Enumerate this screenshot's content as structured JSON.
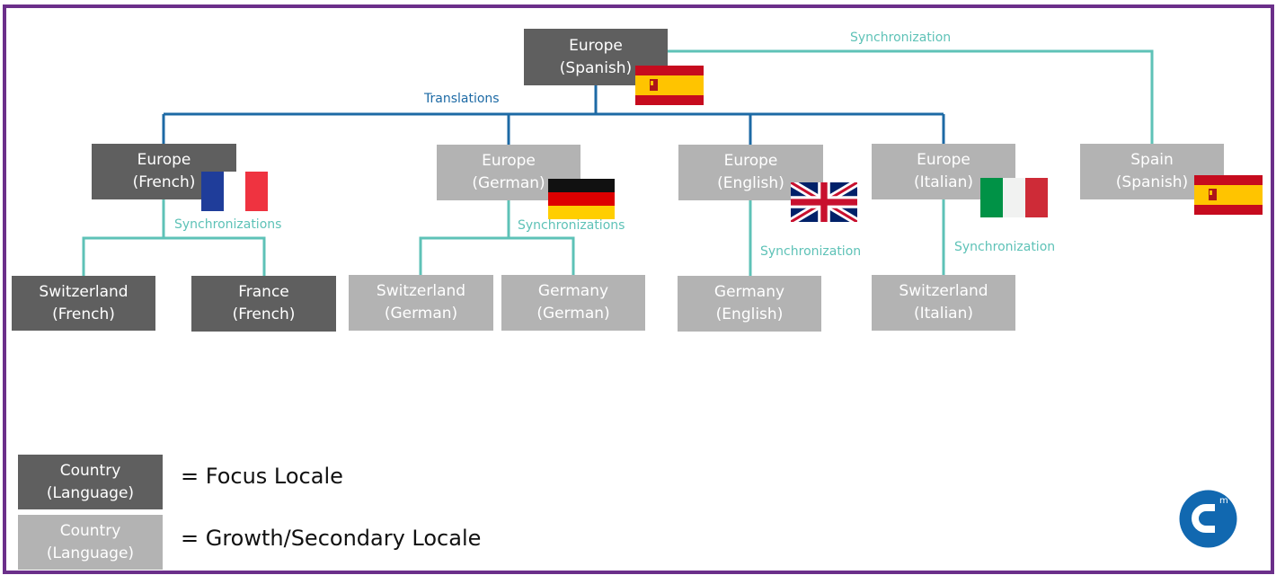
{
  "nodes": {
    "europe_spanish": {
      "line1": "Europe",
      "line2": "(Spanish)"
    },
    "europe_french": {
      "line1": "Europe",
      "line2": "(French)"
    },
    "europe_german": {
      "line1": "Europe",
      "line2": "(German)"
    },
    "europe_english": {
      "line1": "Europe",
      "line2": "(English)"
    },
    "europe_italian": {
      "line1": "Europe",
      "line2": "(Italian)"
    },
    "spain_spanish": {
      "line1": "Spain",
      "line2": "(Spanish)"
    },
    "switzerland_french": {
      "line1": "Switzerland",
      "line2": "(French)"
    },
    "france_french": {
      "line1": "France",
      "line2": "(French)"
    },
    "switzerland_german": {
      "line1": "Switzerland",
      "line2": "(German)"
    },
    "germany_german": {
      "line1": "Germany",
      "line2": "(German)"
    },
    "germany_english": {
      "line1": "Germany",
      "line2": "(English)"
    },
    "switzerland_italian": {
      "line1": "Switzerland",
      "line2": "(Italian)"
    }
  },
  "edge_labels": {
    "translations": "Translations",
    "sync_spain": "Synchronization",
    "sync_french": "Synchronizations",
    "sync_german": "Synchronizations",
    "sync_english": "Synchronization",
    "sync_italian": "Synchronization"
  },
  "legend": {
    "focus_box": {
      "line1": "Country",
      "line2": "(Language)"
    },
    "focus_text": "= Focus Locale",
    "growth_box": {
      "line1": "Country",
      "line2": "(Language)"
    },
    "growth_text": "= Growth/Secondary Locale"
  },
  "colors": {
    "focus": "#5f5f5f",
    "growth": "#b3b3b3",
    "translation_line": "#1d6aa5",
    "sync_line": "#5ec2b7",
    "frame": "#6b2f8a"
  },
  "icons": {
    "flags": [
      "flag-spain",
      "flag-france",
      "flag-germany",
      "flag-uk",
      "flag-italy"
    ],
    "logo": "brand-logo"
  }
}
